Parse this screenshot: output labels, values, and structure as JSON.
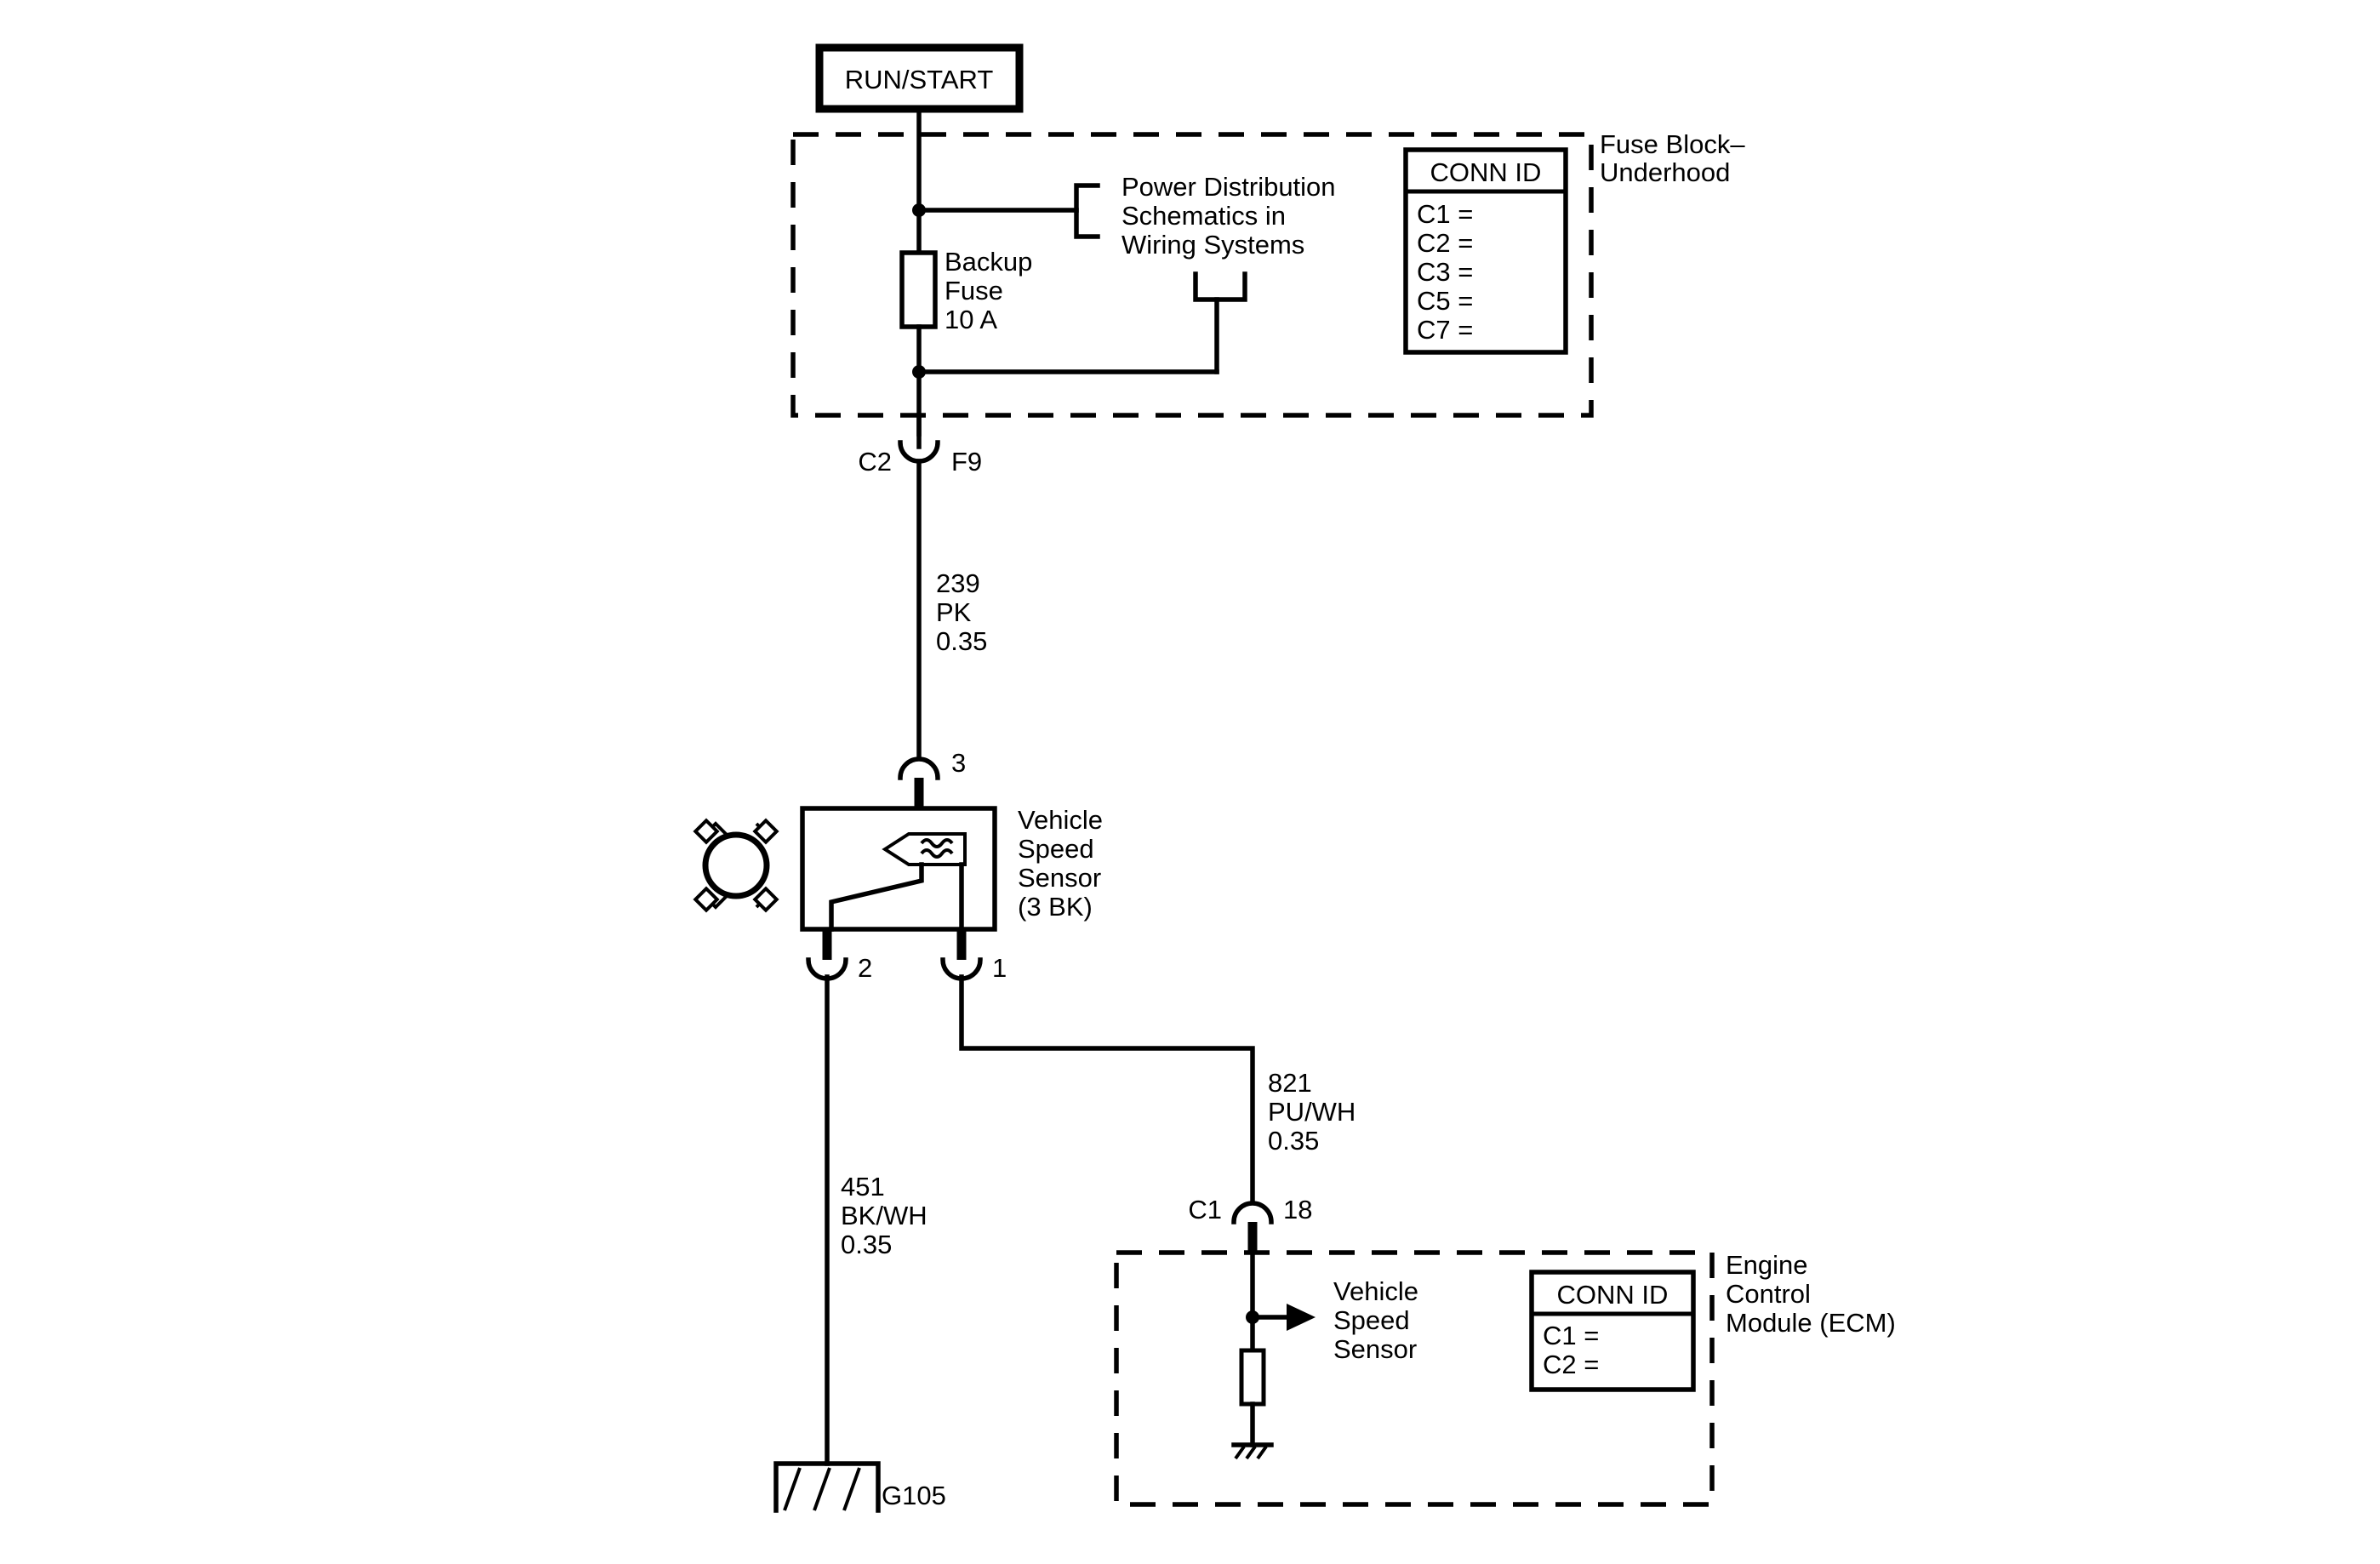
{
  "power_source": {
    "label": "RUN/START"
  },
  "fuse_block": {
    "title_lines": [
      "Fuse Block–",
      "Underhood"
    ],
    "power_distribution_lines": [
      "Power Distribution",
      "Schematics in",
      "Wiring Systems"
    ],
    "fuse_lines": [
      "Backup",
      "Fuse",
      "10 A"
    ],
    "conn_id": {
      "header": "CONN ID",
      "rows": [
        "C1 =",
        "C2 =",
        "C3 =",
        "C5 =",
        "C7 ="
      ]
    },
    "connector": {
      "left": "C2",
      "right": "F9"
    }
  },
  "wires": [
    {
      "circuit": "239",
      "color": "PK",
      "size": "0.35"
    },
    {
      "circuit": "821",
      "color": "PU/WH",
      "size": "0.35"
    },
    {
      "circuit": "451",
      "color": "BK/WH",
      "size": "0.35"
    }
  ],
  "sensor": {
    "label_lines": [
      "Vehicle",
      "Speed",
      "Sensor",
      "(3 BK)"
    ],
    "pins": {
      "top": "3",
      "left": "2",
      "right": "1"
    }
  },
  "ecm": {
    "title_lines": [
      "Engine",
      "Control",
      "Module (ECM)"
    ],
    "signal_lines": [
      "Vehicle",
      "Speed",
      "Sensor"
    ],
    "conn_id": {
      "header": "CONN ID",
      "rows": [
        "C1 =",
        "C2 ="
      ]
    },
    "connector": {
      "left": "C1",
      "right": "18"
    }
  },
  "ground": {
    "label": "G105"
  }
}
